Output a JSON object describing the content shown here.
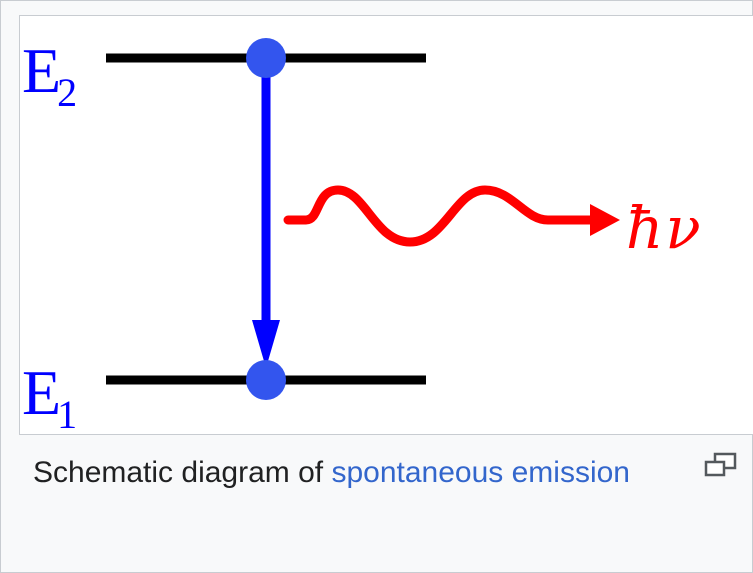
{
  "figure": {
    "labels": {
      "upper_level": {
        "base": "E",
        "subscript": "2"
      },
      "lower_level": {
        "base": "E",
        "subscript": "1"
      },
      "photon": {
        "symbol": "ħ",
        "variable": "ν"
      }
    },
    "colors": {
      "levels": "#000000",
      "electron": "#3355ee",
      "transition_arrow": "#0000ff",
      "photon_wave": "#ff0000",
      "level_labels": "#0000ff",
      "photon_label": "#ff0000"
    }
  },
  "caption": {
    "text_before": "Schematic diagram of ",
    "link_text": "spontaneous emission",
    "link_color": "#3366cc",
    "text_color": "#202122"
  },
  "controls": {
    "enlarge_icon": "magnify-clip-icon"
  }
}
